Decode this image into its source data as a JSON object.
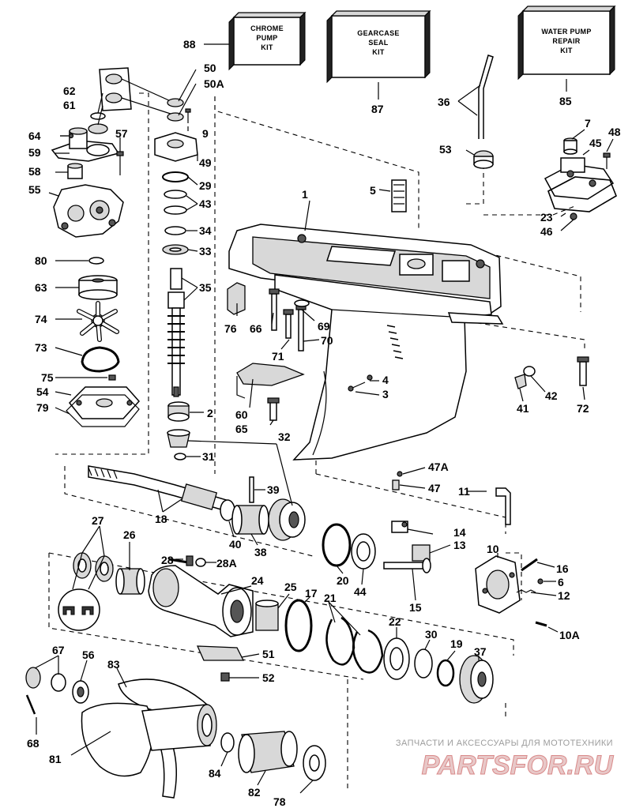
{
  "kits": {
    "chrome": {
      "line1": "CHROME",
      "line2": "PUMP",
      "line3": "KIT",
      "number": "88"
    },
    "gearcase": {
      "line1": "GEARCASE",
      "line2": "SEAL",
      "line3": "KIT",
      "number": "87"
    },
    "water": {
      "line1": "WATER PUMP",
      "line2": "REPAIR",
      "line3": "KIT",
      "number": "85"
    }
  },
  "callouts": {
    "p1": "1",
    "p2": "2",
    "p3": "3",
    "p4": "4",
    "p5": "5",
    "p6": "6",
    "p7": "7",
    "p9": "9",
    "p10": "10",
    "p10a": "10A",
    "p11": "11",
    "p12": "12",
    "p13": "13",
    "p14": "14",
    "p15": "15",
    "p16": "16",
    "p17": "17",
    "p18": "18",
    "p19": "19",
    "p20": "20",
    "p21": "21",
    "p22": "22",
    "p23": "23",
    "p24": "24",
    "p25": "25",
    "p26": "26",
    "p27": "27",
    "p28": "28",
    "p28a": "28A",
    "p29": "29",
    "p30": "30",
    "p31": "31",
    "p32": "32",
    "p33": "33",
    "p34": "34",
    "p35": "35",
    "p36": "36",
    "p37": "37",
    "p38": "38",
    "p39": "39",
    "p40": "40",
    "p41": "41",
    "p42": "42",
    "p43": "43",
    "p44": "44",
    "p45": "45",
    "p46": "46",
    "p47": "47",
    "p47a": "47A",
    "p48": "48",
    "p49": "49",
    "p50": "50",
    "p50a": "50A",
    "p51": "51",
    "p52": "52",
    "p53": "53",
    "p54": "54",
    "p55": "55",
    "p56": "56",
    "p57": "57",
    "p58": "58",
    "p59": "59",
    "p60": "60",
    "p61": "61",
    "p62": "62",
    "p63": "63",
    "p64": "64",
    "p65": "65",
    "p66": "66",
    "p67": "67",
    "p68": "68",
    "p69": "69",
    "p70": "70",
    "p71": "71",
    "p72": "72",
    "p73": "73",
    "p74": "74",
    "p75": "75",
    "p76": "76",
    "p78": "78",
    "p79": "79",
    "p80": "80",
    "p81": "81",
    "p82": "82",
    "p83": "83",
    "p84": "84"
  },
  "watermark": {
    "tagline": "ЗАПЧАСТИ И АКСЕССУАРЫ ДЛЯ МОТОТЕХНИКИ",
    "logo": "PARTSFOR.RU"
  }
}
